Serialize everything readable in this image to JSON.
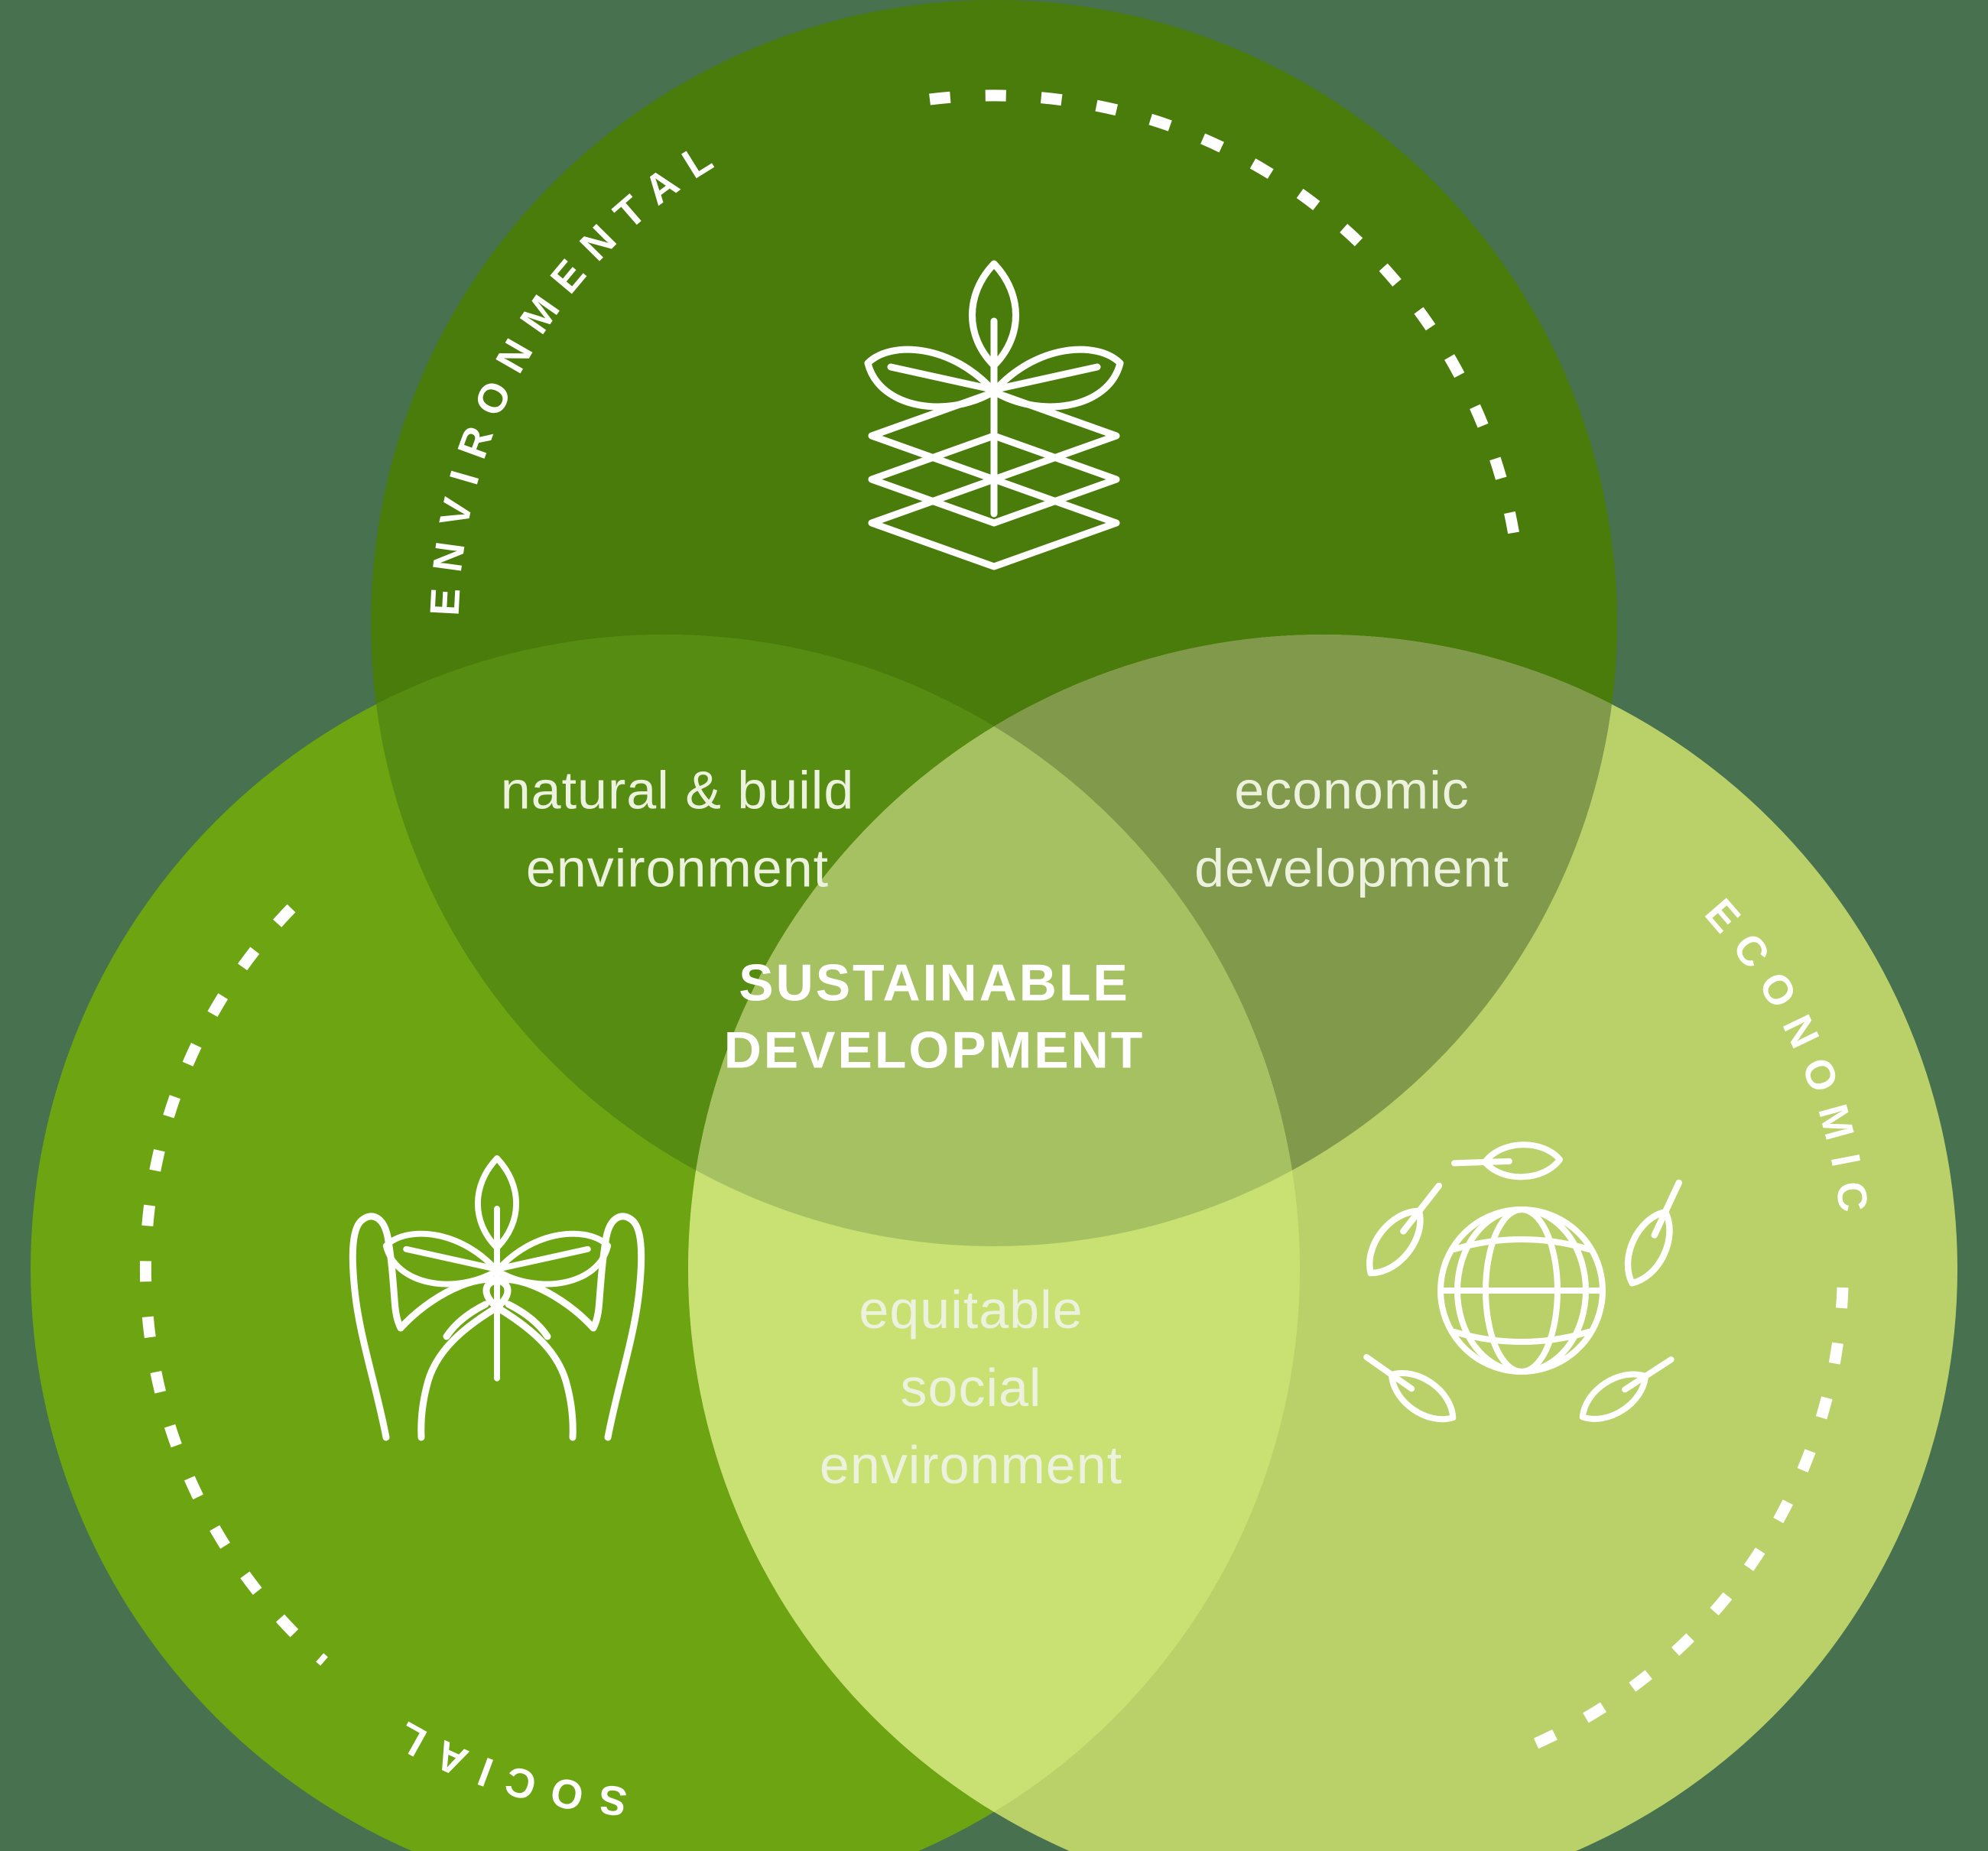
{
  "page": {
    "type": "venn-diagram",
    "topic": "sustainable development"
  },
  "background": {
    "color": "#47714f"
  },
  "circles": {
    "environmental": {
      "label": "ENVIRONMENTAL",
      "color": "#4a7c0c",
      "icon": "seedling-soil-layers-icon"
    },
    "social": {
      "label": "SOCIAL",
      "color": "#6ca412",
      "icon": "hands-holding-plant-icon"
    },
    "economic": {
      "label": "ECONOMIC",
      "color": "#bad169",
      "icon": "globe-with-leaves-icon"
    }
  },
  "overlaps": {
    "environmental_social": {
      "text": "natural & build\nenvironment",
      "color": "#568c11"
    },
    "environmental_economic": {
      "text": "economic\ndevelopment",
      "color": "#80994a"
    },
    "social_economic": {
      "text": "equitable\nsocial\nenvironment",
      "color": "#c9e172"
    },
    "center": {
      "text": "SUSTAINABLE\nDEVELOPMENT",
      "color": "#a6c161"
    }
  },
  "text_styles": {
    "overlap_label_color": "#ecf2de",
    "center_title_color": "#ffffff",
    "circle_label_color": "#ffffff"
  }
}
